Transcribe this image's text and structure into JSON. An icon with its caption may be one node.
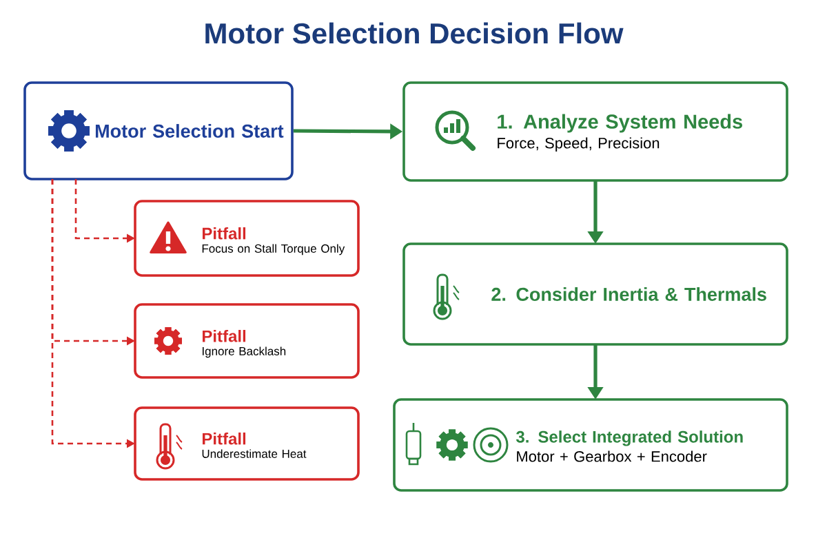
{
  "diagram": {
    "title": "Motor Selection Decision Flow",
    "nodes": [
      {
        "text": [
          "Motor Selection Start"
        ]
      },
      {
        "text": [
          "1. Analyze System Needs",
          "Force, Speed, Precision"
        ]
      },
      {
        "text": [
          "2. Consider Inertia & Thermals"
        ]
      },
      {
        "text": [
          "3. Select Integrated Solution",
          "Motor + Gearbox + Encoder"
        ]
      },
      {
        "text": [
          "Pitfall",
          "Focus on Stall Torque Only"
        ]
      },
      {
        "text": [
          "Pitfall",
          "Ignore Backlash"
        ]
      },
      {
        "text": [
          "Pitfall",
          "Underestimate Heat"
        ]
      }
    ],
    "edges": [
      {
        "from": 0,
        "to": 1,
        "arrow": "to",
        "color": "#2e8540"
      },
      {
        "from": 1,
        "to": 2,
        "arrow": "to",
        "color": "#2e8540"
      },
      {
        "from": 2,
        "to": 3,
        "arrow": "to",
        "color": "#2e8540"
      },
      {
        "from": 0,
        "to": 4,
        "arrow": "to",
        "style": "dashed",
        "color": "#d62828"
      },
      {
        "from": 0,
        "to": 5,
        "arrow": "to",
        "style": "dashed",
        "color": "#d62828"
      },
      {
        "from": 0,
        "to": 6,
        "arrow": "to",
        "style": "dashed",
        "color": "#d62828"
      }
    ]
  }
}
